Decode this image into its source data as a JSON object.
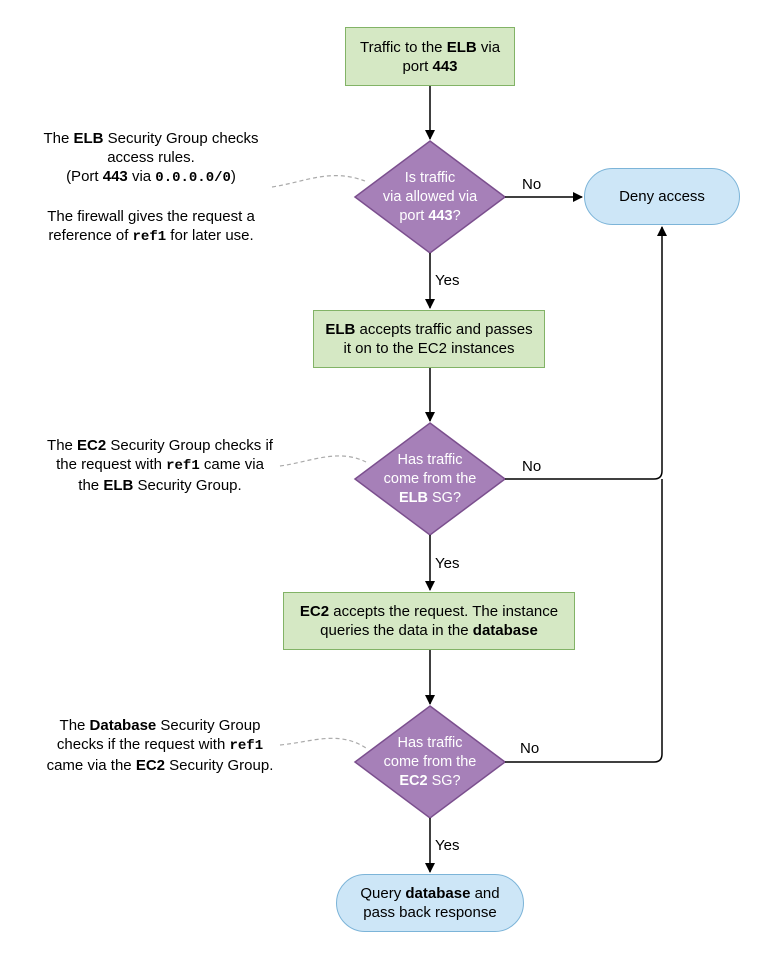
{
  "nodes": {
    "start": {
      "a": "Traffic to the ",
      "b": "ELB",
      "c": " via",
      "d": "port ",
      "e": "443"
    },
    "d1": {
      "l1": "Is traffic",
      "l2": "via allowed via",
      "l3a": "port ",
      "l3b": "443",
      "l3c": "?"
    },
    "deny": {
      "text": "Deny access"
    },
    "p1": {
      "a": "ELB",
      "b": " accepts traffic and passes",
      "c": "it on to the EC2 instances"
    },
    "d2": {
      "l1": "Has traffic",
      "l2": "come from the",
      "l3a": "ELB",
      "l3b": " SG?"
    },
    "p2": {
      "a": "EC2",
      "b": " accepts the request. The instance",
      "c": "queries the data in the ",
      "d": "database"
    },
    "d3": {
      "l1": "Has traffic",
      "l2": "come from the",
      "l3a": "EC2",
      "l3b": " SG?"
    },
    "end": {
      "a": "Query ",
      "b": "database",
      "c": " and",
      "d": "pass back response"
    }
  },
  "labels": {
    "yes": "Yes",
    "no": "No"
  },
  "notes": {
    "n1": {
      "l1a": "The ",
      "l1b": "ELB",
      "l1c": " Security Group checks",
      "l2": "access rules.",
      "l3a": "(Port ",
      "l3b": "443",
      "l3c": " via ",
      "l3d": "0.0.0.0/0",
      "l3e": ")",
      "l4": "The firewall gives the request a",
      "l5a": "reference of ",
      "l5b": "ref1",
      "l5c": " for later use."
    },
    "n2": {
      "l1a": "The ",
      "l1b": "EC2",
      "l1c": " Security Group checks if",
      "l2a": "the request with ",
      "l2b": "ref1",
      "l2c": " came via",
      "l3a": "the ",
      "l3b": "ELB",
      "l3c": " Security Group."
    },
    "n3": {
      "l1a": "The ",
      "l1b": "Database",
      "l1c": " Security Group",
      "l2a": "checks if the request with ",
      "l2b": "ref1",
      "l3a": "came via the ",
      "l3b": "EC2",
      "l3c": " Security Group."
    }
  },
  "colors": {
    "process": "#d5e8c4",
    "decision": "#a680b8",
    "terminal": "#cde6f7"
  }
}
